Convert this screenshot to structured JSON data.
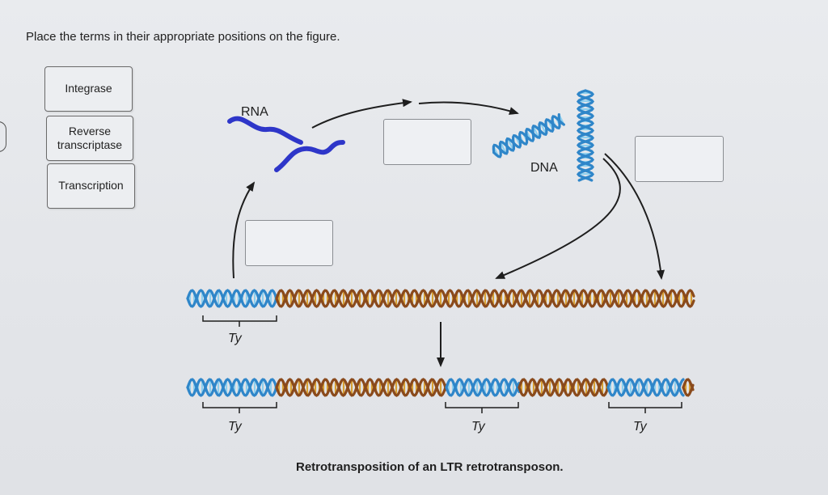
{
  "instructions": "Place the terms in their appropriate positions on the figure.",
  "terms": [
    "Integrase",
    "Reverse transcriptase",
    "Transcription"
  ],
  "figure": {
    "rna_label": "RNA",
    "dna_label": "DNA",
    "ty_label": "Ty",
    "caption": "Retrotransposition of an LTR retrotransposon."
  },
  "colors": {
    "rna": "#2e36c9",
    "host_dna_strand": "#8a4a1c",
    "host_dna_rungs": "#d8a033",
    "ty_dna_strand": "#2f86c9",
    "ty_dna_rungs": "#8fd0ef",
    "arrow": "#1e1e1e"
  }
}
